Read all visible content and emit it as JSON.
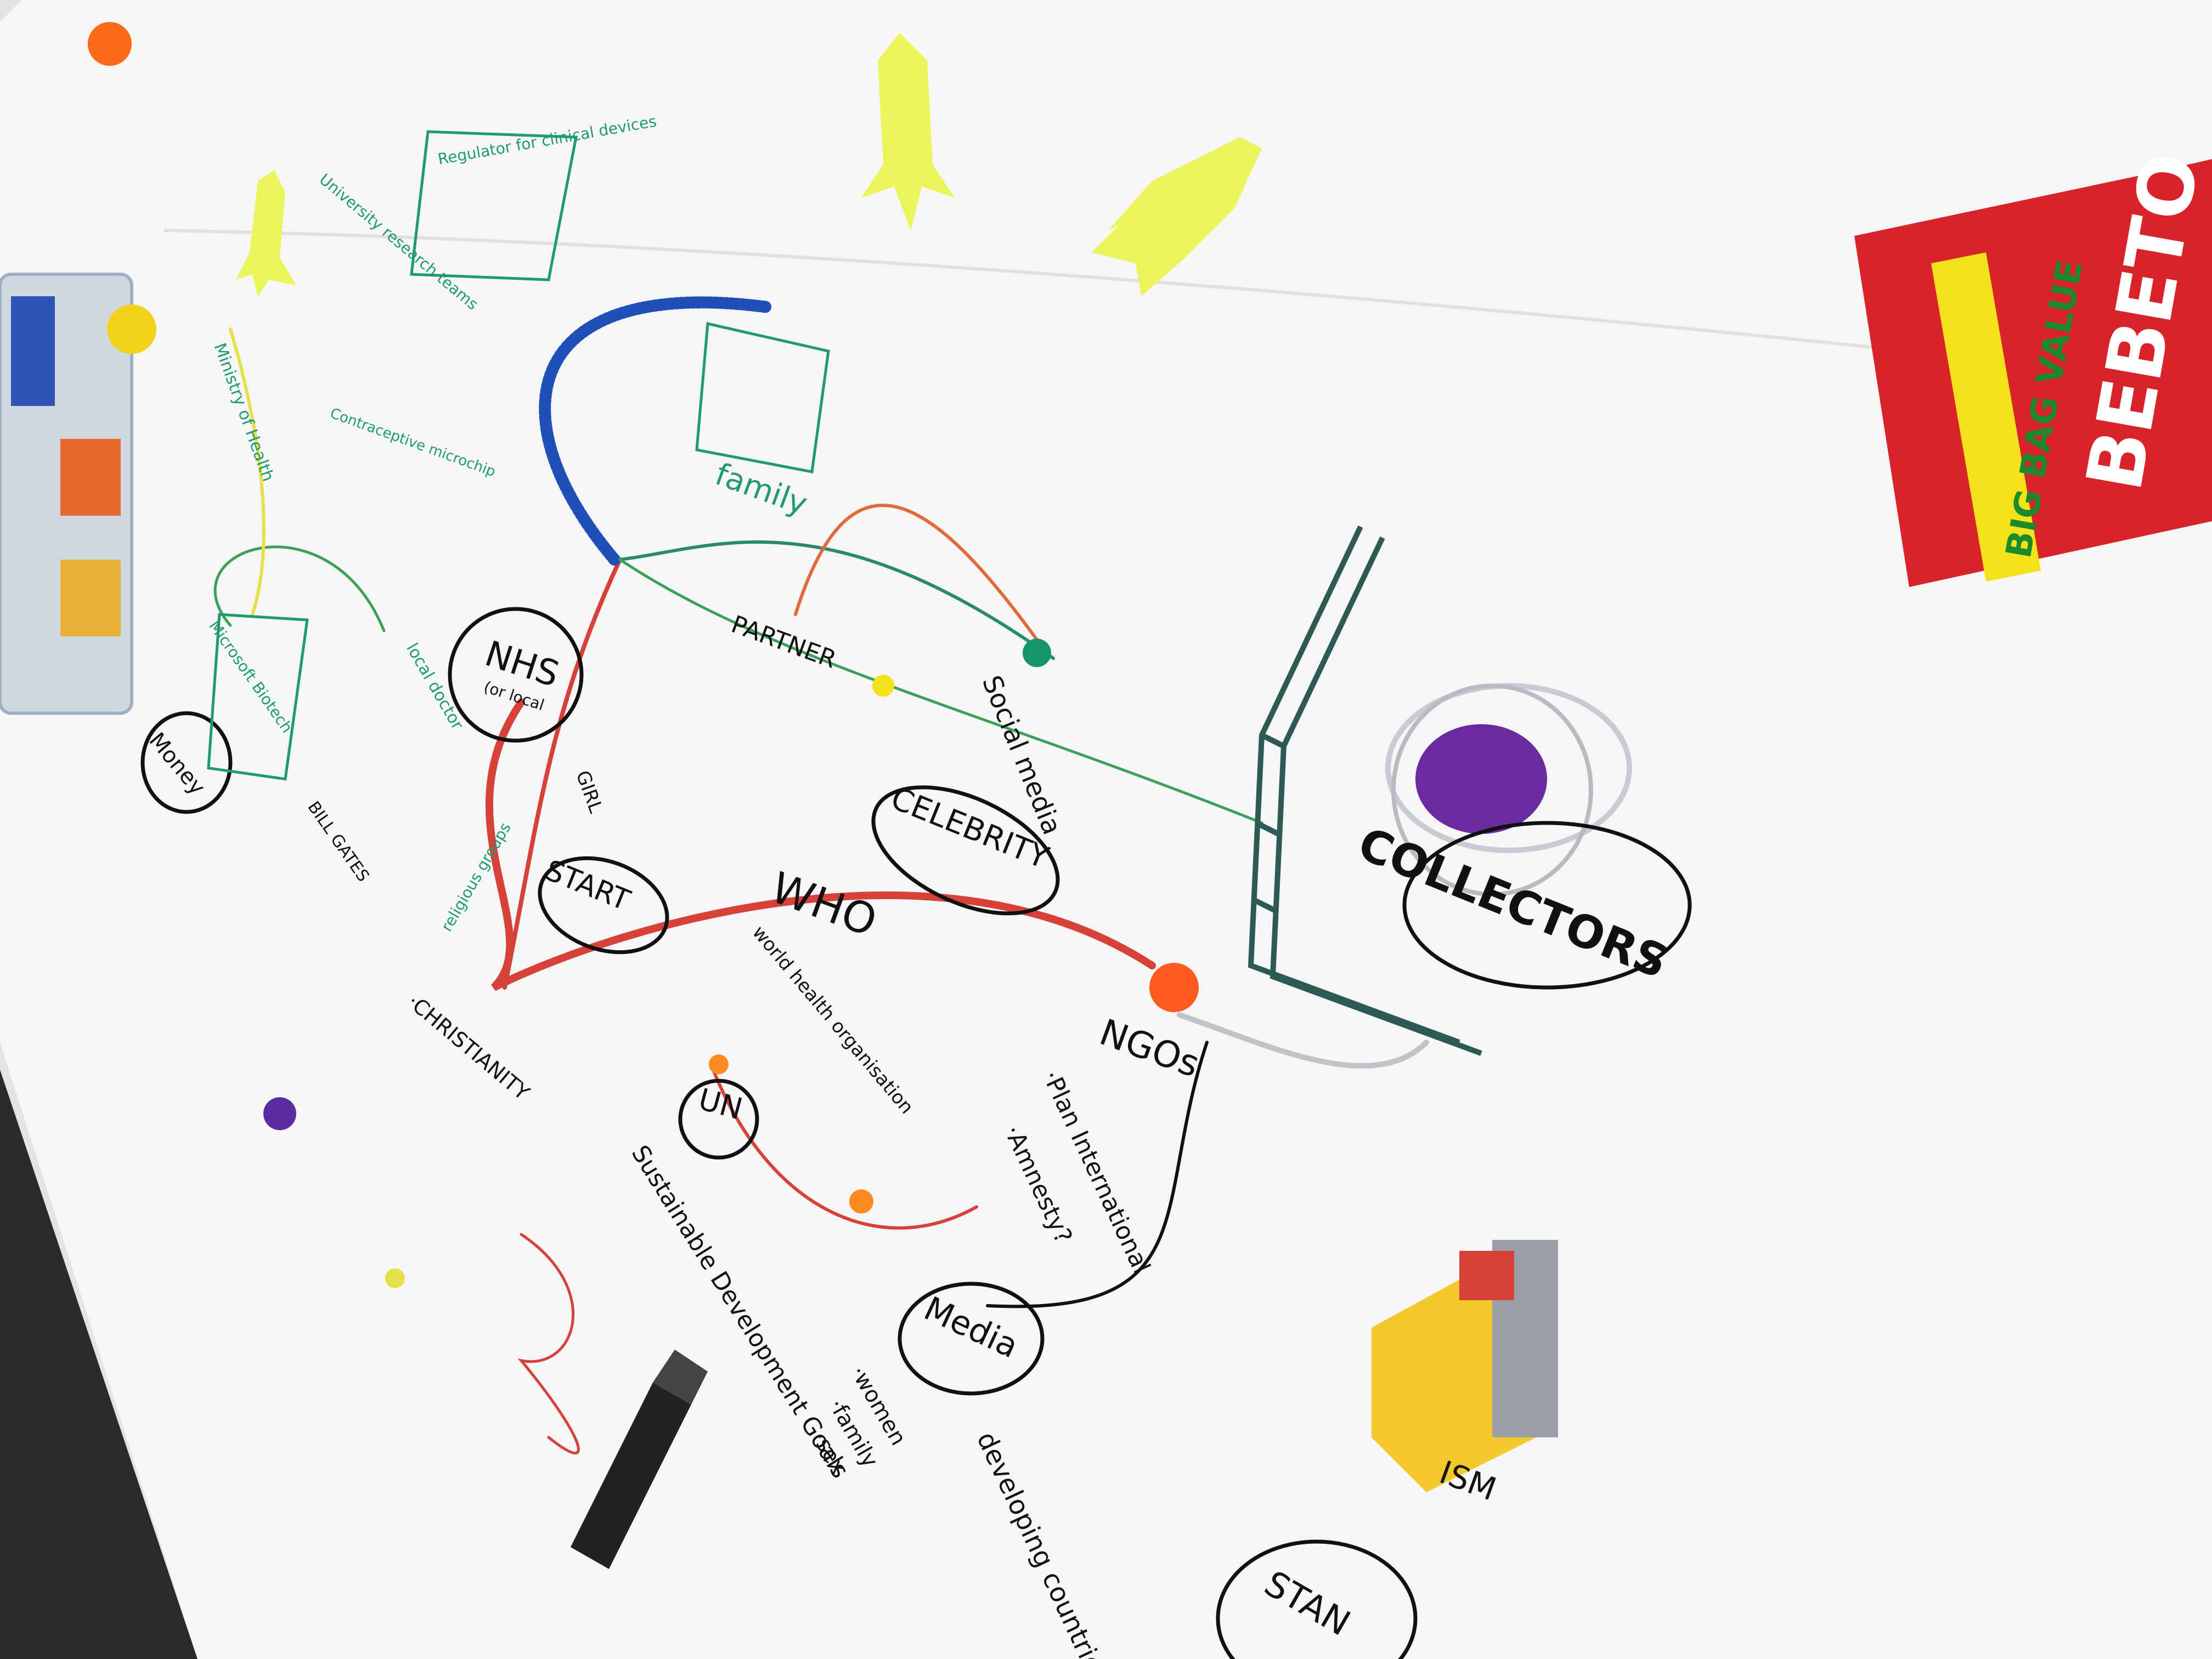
{
  "scene": {
    "board_color": "#f4f4f4",
    "ink_black": "#111111",
    "ink_green": "#1f9a72",
    "wire_red": "#d7413a",
    "pipe_cleaner_blue": "#1f4fb8",
    "rocket_yellow": "#eaf55a"
  },
  "labels": {
    "nhs": "NHS",
    "nhs_sub": "(or local",
    "local_doctor": "local doctor",
    "family": "family",
    "partner": "PARTNER",
    "social_media": "Social media",
    "celebrity": "CELEBRITY",
    "collectors": "COLLECTORS",
    "who": "WHO",
    "who_full": "world health organisation",
    "start": "START",
    "girl": "GIRL",
    "un": "UN",
    "sdg": "Sustainable Development Goals",
    "ngos": "NGOs",
    "ngo_plan": "·Plan International",
    "ngo_amnesty": "·Amnesty?",
    "media": "Media",
    "media_women": "·women",
    "media_family": "·family",
    "media_sex": "·sex",
    "developing": "developing countries",
    "religious": "religious groups",
    "christianity": "·CHRISTIANITY",
    "money": "Money",
    "bill_gates": "BILL GATES",
    "university": "University research teams",
    "regulator": "Regulator for clinical devices",
    "ministry": "Ministry of Health",
    "microchip": "Contraceptive microchip",
    "microsoft": "Microsoft Biotech",
    "stan": "STAN",
    "ism": "ISM"
  },
  "candy": {
    "brand": "BEBETO",
    "badge": "BIG BAG VALUE",
    "color": "#d8232a"
  }
}
